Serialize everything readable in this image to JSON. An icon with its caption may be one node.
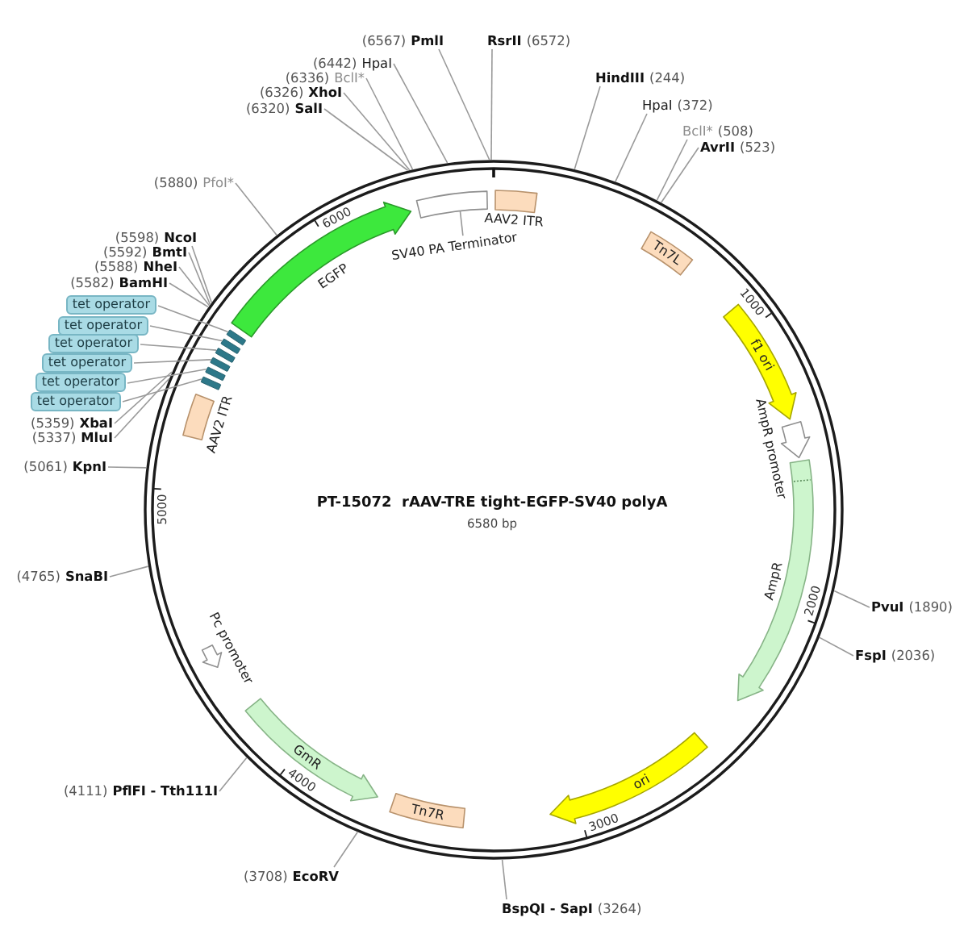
{
  "diagram": {
    "title": "PT-15072  rAAV-TRE tight-EGFP-SV40 polyA",
    "nodes": [
      {
        "text": [
          "(6567)",
          "PmlI"
        ]
      },
      {
        "text": [
          "RsrII",
          "(6572)"
        ]
      },
      {
        "text": [
          "(6442)",
          "HpaI"
        ]
      },
      {
        "text": [
          "HindIII",
          "(244)"
        ]
      },
      {
        "text": [
          "(6336)",
          "BclI*"
        ]
      },
      {
        "text": [
          "(6326)",
          "XhoI"
        ]
      },
      {
        "text": [
          "(6320)",
          "SalI"
        ]
      },
      {
        "text": [
          "HpaI",
          "(372)"
        ]
      },
      {
        "text": [
          "BclI*",
          "(508)"
        ]
      },
      {
        "text": [
          "AvrII",
          "(523)"
        ]
      },
      {
        "text": [
          "(5880)",
          "PfoI*"
        ]
      },
      {
        "text": [
          "(5598)",
          "NcoI"
        ]
      },
      {
        "text": [
          "(5592)",
          "BmtI"
        ]
      },
      {
        "text": [
          "(5588)",
          "NheI"
        ]
      },
      {
        "text": [
          "(5582)",
          "BamHI"
        ]
      },
      {
        "text": [
          "tet operator"
        ]
      },
      {
        "text": [
          "tet operator"
        ]
      },
      {
        "text": [
          "tet operator"
        ]
      },
      {
        "text": [
          "tet operator"
        ]
      },
      {
        "text": [
          "tet operator"
        ]
      },
      {
        "text": [
          "tet operator"
        ]
      },
      {
        "text": [
          "(5359)",
          "XbaI"
        ]
      },
      {
        "text": [
          "(5337)",
          "MluI"
        ]
      },
      {
        "text": [
          "(5061)",
          "KpnI"
        ]
      },
      {
        "text": [
          "(4765)",
          "SnaBI"
        ]
      },
      {
        "text": [
          "PvuI",
          "(1890)"
        ]
      },
      {
        "text": [
          "FspI",
          "(2036)"
        ]
      },
      {
        "text": [
          "(4111)",
          "PflFI - Tth111I"
        ]
      },
      {
        "text": [
          "(3708)",
          "EcoRV"
        ]
      },
      {
        "text": [
          "BspQI - SapI",
          "(3264)"
        ]
      },
      {
        "text": [
          "SV40 PA Terminator"
        ]
      },
      {
        "text": [
          "AAV2 ITR"
        ]
      },
      {
        "text": [
          "EGFP"
        ]
      },
      {
        "text": [
          "Tn7L"
        ]
      },
      {
        "text": [
          "f1 ori"
        ]
      },
      {
        "text": [],
        "shape": "bar"
      },
      {
        "text": [],
        "shape": "bar"
      },
      {
        "text": [],
        "shape": "bar"
      },
      {
        "text": [],
        "shape": "bar"
      },
      {
        "text": [],
        "shape": "bar"
      },
      {
        "text": [],
        "shape": "bar"
      },
      {
        "text": [
          "AAV2 ITR"
        ]
      },
      {
        "text": [
          "AmpR promoter"
        ]
      },
      {
        "text": [
          "AmpR"
        ]
      },
      {
        "text": [
          "ori"
        ]
      },
      {
        "text": [
          "Pc promoter"
        ]
      },
      {
        "text": [
          "GmR"
        ]
      },
      {
        "text": [
          "Tn7R"
        ]
      }
    ],
    "edges": [
      {
        "from": 0,
        "to": null,
        "arrow": "none"
      },
      {
        "from": 1,
        "to": null,
        "arrow": "none"
      },
      {
        "from": 2,
        "to": null,
        "arrow": "none"
      },
      {
        "from": 3,
        "to": null,
        "arrow": "none"
      },
      {
        "from": 4,
        "to": null,
        "arrow": "none"
      },
      {
        "from": 5,
        "to": null,
        "arrow": "none"
      },
      {
        "from": 6,
        "to": null,
        "arrow": "none"
      },
      {
        "from": 7,
        "to": null,
        "arrow": "none"
      },
      {
        "from": 8,
        "to": null,
        "arrow": "none"
      },
      {
        "from": 9,
        "to": null,
        "arrow": "none"
      },
      {
        "from": 10,
        "to": null,
        "arrow": "none"
      },
      {
        "from": 11,
        "to": null,
        "arrow": "none"
      },
      {
        "from": 12,
        "to": null,
        "arrow": "none"
      },
      {
        "from": 13,
        "to": null,
        "arrow": "none"
      },
      {
        "from": 14,
        "to": null,
        "arrow": "none"
      },
      {
        "from": 15,
        "to": 35,
        "arrow": "none"
      },
      {
        "from": 16,
        "to": 36,
        "arrow": "none"
      },
      {
        "from": 17,
        "to": 37,
        "arrow": "none"
      },
      {
        "from": 18,
        "to": 38,
        "arrow": "none"
      },
      {
        "from": 19,
        "to": 39,
        "arrow": "none"
      },
      {
        "from": 20,
        "to": 40,
        "arrow": "none"
      },
      {
        "from": 21,
        "to": null,
        "arrow": "none"
      },
      {
        "from": 22,
        "to": null,
        "arrow": "none"
      },
      {
        "from": 23,
        "to": null,
        "arrow": "none"
      },
      {
        "from": 24,
        "to": null,
        "arrow": "none"
      },
      {
        "from": 25,
        "to": null,
        "arrow": "none"
      },
      {
        "from": 26,
        "to": null,
        "arrow": "none"
      },
      {
        "from": 27,
        "to": null,
        "arrow": "none"
      },
      {
        "from": 28,
        "to": null,
        "arrow": "none"
      },
      {
        "from": 29,
        "to": null,
        "arrow": "none"
      }
    ],
    "labels": [
      "6000",
      "1000",
      "5000",
      "6580 bp",
      "2000",
      "4000",
      "3000"
    ]
  }
}
